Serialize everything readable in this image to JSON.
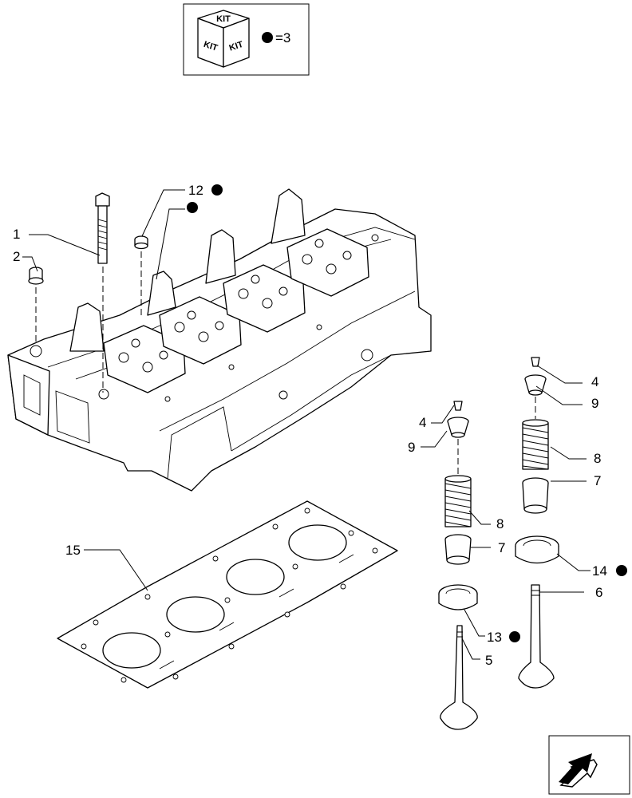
{
  "kit_legend": {
    "face_top": "KIT",
    "face_left": "KIT",
    "face_right": "KIT",
    "equals_text": "=3",
    "marker_color": "#000000"
  },
  "callouts": {
    "c1": "1",
    "c2": "2",
    "c4a": "4",
    "c4b": "4",
    "c5": "5",
    "c6": "6",
    "c7a": "7",
    "c7b": "7",
    "c8a": "8",
    "c8b": "8",
    "c9a": "9",
    "c9b": "9",
    "c12": "12",
    "c13": "13",
    "c14": "14",
    "c15": "15"
  },
  "nav": {
    "icon": "next-page-arrow-icon"
  }
}
